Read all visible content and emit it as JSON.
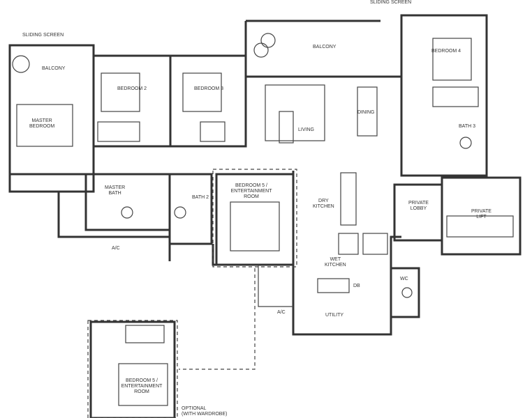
{
  "labels": {
    "sliding_screen_top": "SLIDING SCREEN",
    "sliding_screen_left": "SLIDING SCREEN",
    "balcony_left": "BALCONY",
    "balcony_top": "BALCONY",
    "master_bedroom": [
      "MASTER",
      "BEDROOM"
    ],
    "bedroom_2": "BEDROOM 2",
    "bedroom_3": "BEDROOM 3",
    "bedroom_4": "BEDROOM 4",
    "living": "LIVING",
    "dining": "DINING",
    "bath_3": "BATH 3",
    "master_bath": [
      "MASTER",
      "BATH"
    ],
    "bath_2": "BATH 2",
    "bedroom_5": [
      "BEDROOM 5 /",
      "ENTERTAINMENT",
      "ROOM"
    ],
    "dry_kitchen": [
      "DRY",
      "KITCHEN"
    ],
    "private_lobby": [
      "PRIVATE",
      "LOBBY"
    ],
    "private_lift": [
      "PRIVATE",
      "LIFT"
    ],
    "wet_kitchen": [
      "WET",
      "KITCHEN"
    ],
    "db": "DB",
    "wc": "WC",
    "ac_left": "A/C",
    "ac_center": "A/C",
    "utility": "UTILITY",
    "optional_bedroom_5": [
      "BEDROOM 5 /",
      "ENTERTAINMENT",
      "ROOM"
    ],
    "optional_note": [
      "OPTIONAL",
      "(WITH WARDROBE)"
    ]
  }
}
